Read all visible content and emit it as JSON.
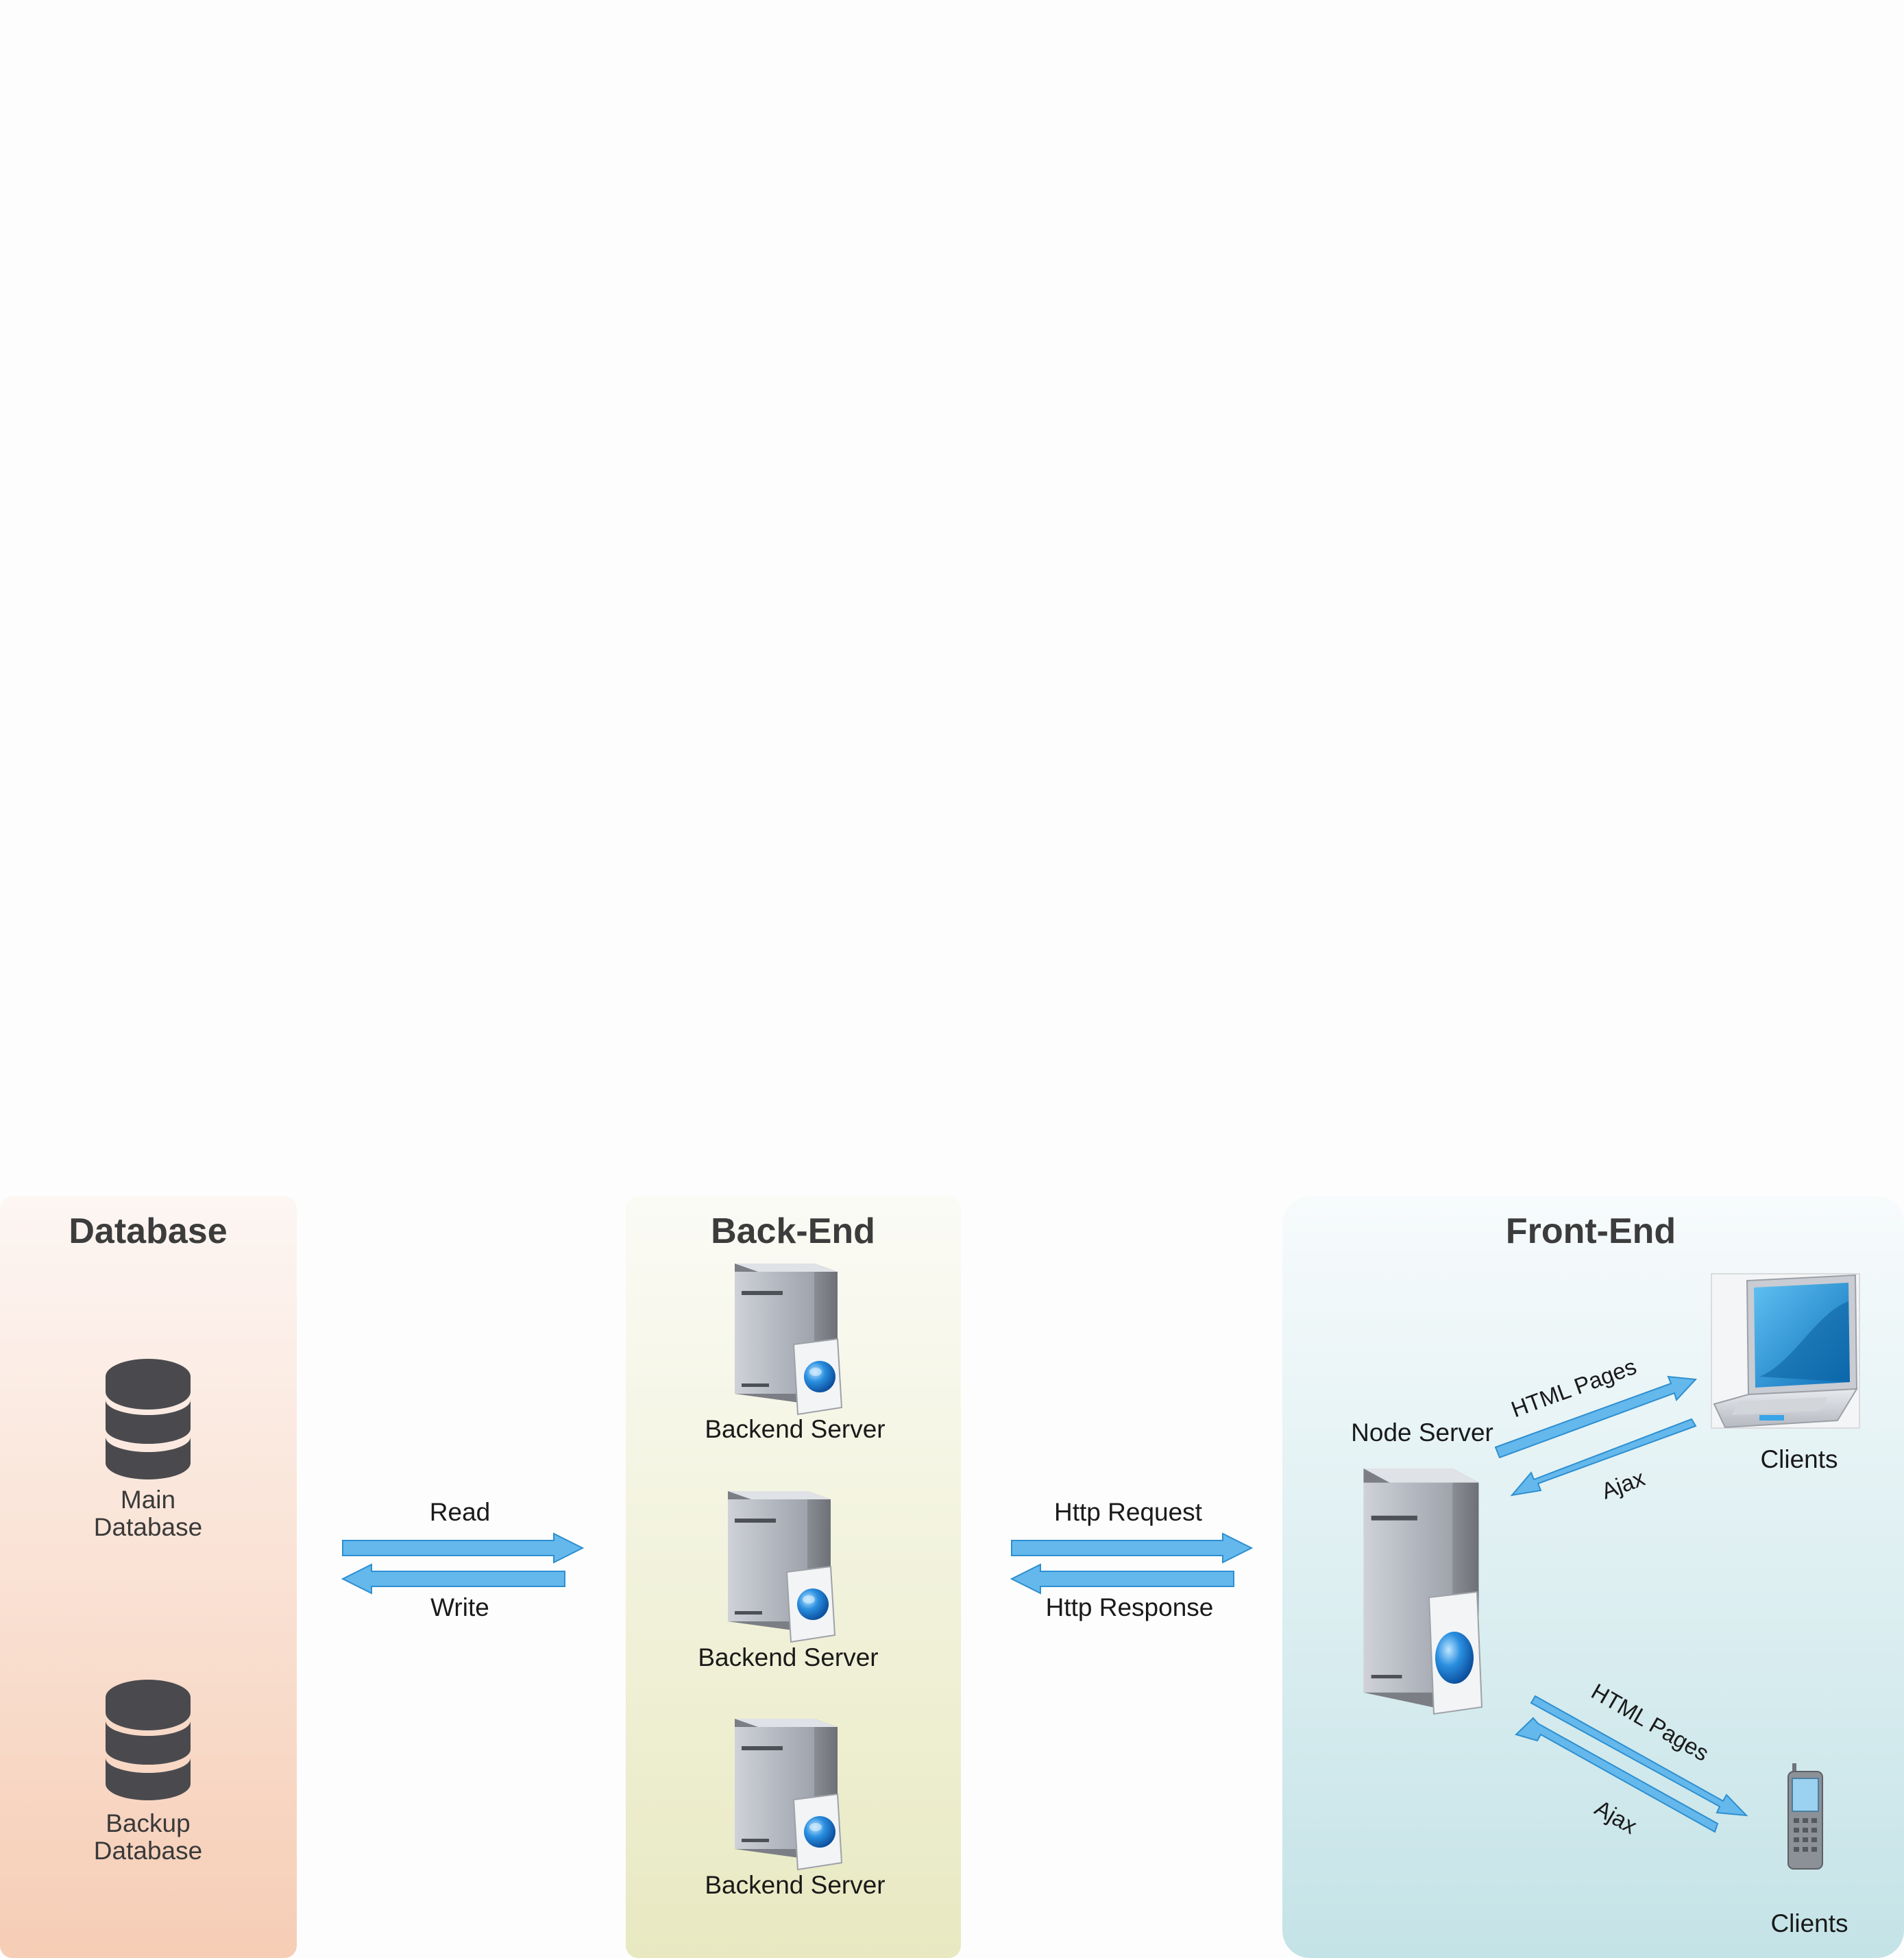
{
  "sections": {
    "database": {
      "title": "Database"
    },
    "backend": {
      "title": "Back-End"
    },
    "frontend": {
      "title": "Front-End"
    }
  },
  "database": {
    "main_label": [
      "Main",
      "Database"
    ],
    "backup_label": [
      "Backup",
      "Database"
    ]
  },
  "backend": {
    "servers": [
      "Backend Server",
      "Backend Server",
      "Backend Server"
    ]
  },
  "connections": {
    "db_backend": {
      "forward": "Read",
      "back": "Write"
    },
    "backend_frontend": {
      "forward": "Http Request",
      "back": "Http Response"
    }
  },
  "frontend": {
    "node_server": "Node Server",
    "laptop_client": {
      "label": "Clients",
      "to_client": "HTML Pages",
      "to_server": "Ajax"
    },
    "phone_client": {
      "label": "Clients",
      "to_client": "HTML Pages",
      "to_server": "Ajax"
    }
  },
  "colors": {
    "arrow_fill": "#64b8ec",
    "arrow_stroke": "#2e8fd0",
    "database_icon": "#4a4a4e",
    "database_panel": "#f6cfb7",
    "backend_panel": "#e9eac4",
    "frontend_panel": "#c6e4e8"
  },
  "icons": {
    "database": "database-icon",
    "server": "web-server-icon",
    "laptop": "laptop-icon",
    "phone": "mobile-phone-icon"
  }
}
